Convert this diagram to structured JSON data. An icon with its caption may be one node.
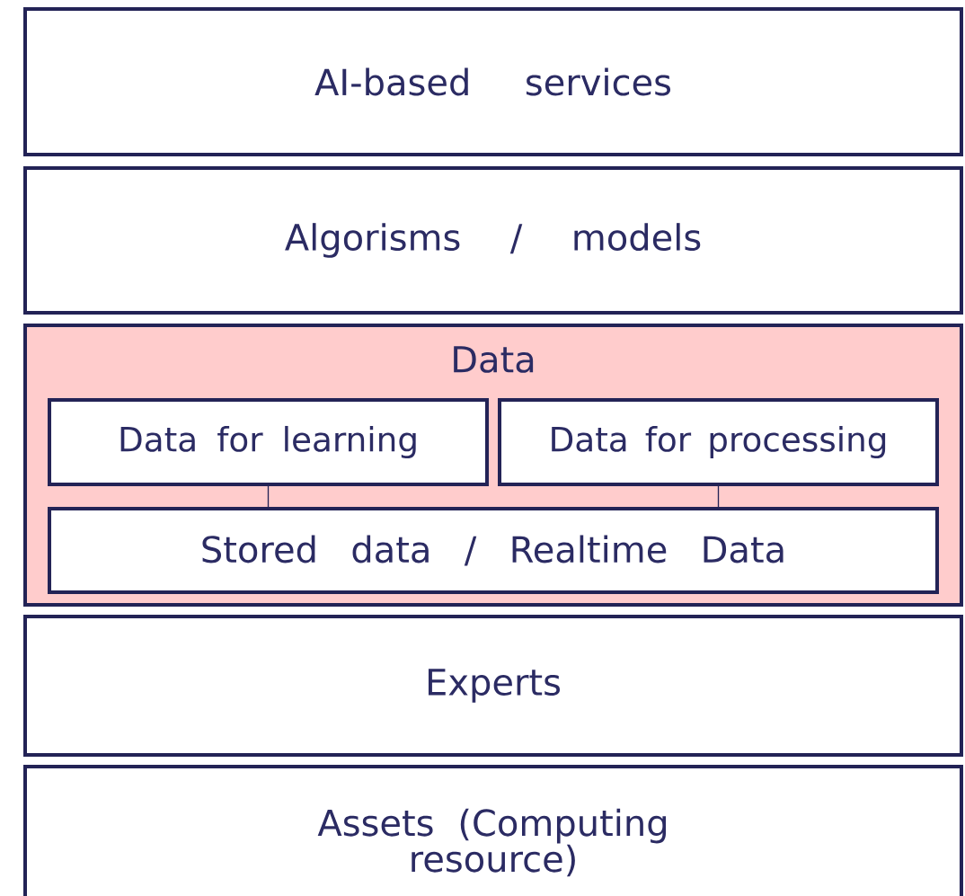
{
  "diagram": {
    "nodes": [
      {
        "text": [
          "AI-based services"
        ]
      },
      {
        "text": [
          "Algorisms / models"
        ]
      },
      {
        "text": [
          "Data"
        ]
      },
      {
        "text": [
          "Data for learning"
        ],
        "in": 2
      },
      {
        "text": [
          "Data for processing"
        ],
        "in": 2
      },
      {
        "text": [
          "Stored data / Realtime Data"
        ],
        "in": 2
      },
      {
        "text": [
          "Experts"
        ]
      },
      {
        "text": [
          "Assets (Computing resource)"
        ]
      }
    ],
    "edges": [
      {
        "from": 3,
        "to": 5,
        "arrow": "none"
      },
      {
        "from": 4,
        "to": 5,
        "arrow": "none"
      }
    ]
  }
}
